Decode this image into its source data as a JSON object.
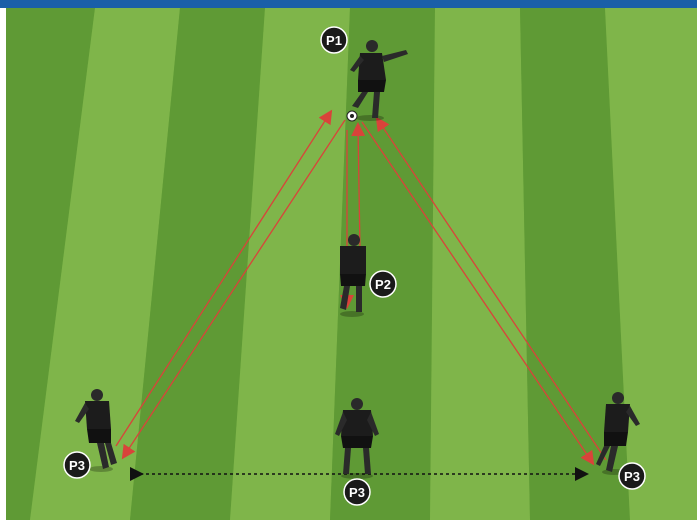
{
  "players": {
    "p1": {
      "label": "P1"
    },
    "p2": {
      "label": "P2"
    },
    "p3_left": {
      "label": "P3"
    },
    "p3_right": {
      "label": "P3"
    },
    "p3_keeper": {
      "label": "P3"
    }
  },
  "colors": {
    "pitch_light": "#7fb54a",
    "pitch_dark": "#5f9a35",
    "pass_arrow": "#d9433a",
    "movement_arrow": "#111111",
    "label_badge": "#1a1a1a",
    "header_bar": "#1a5fa8"
  },
  "icons": {
    "player": "player-silhouette-icon",
    "ball": "soccer-ball-icon"
  }
}
